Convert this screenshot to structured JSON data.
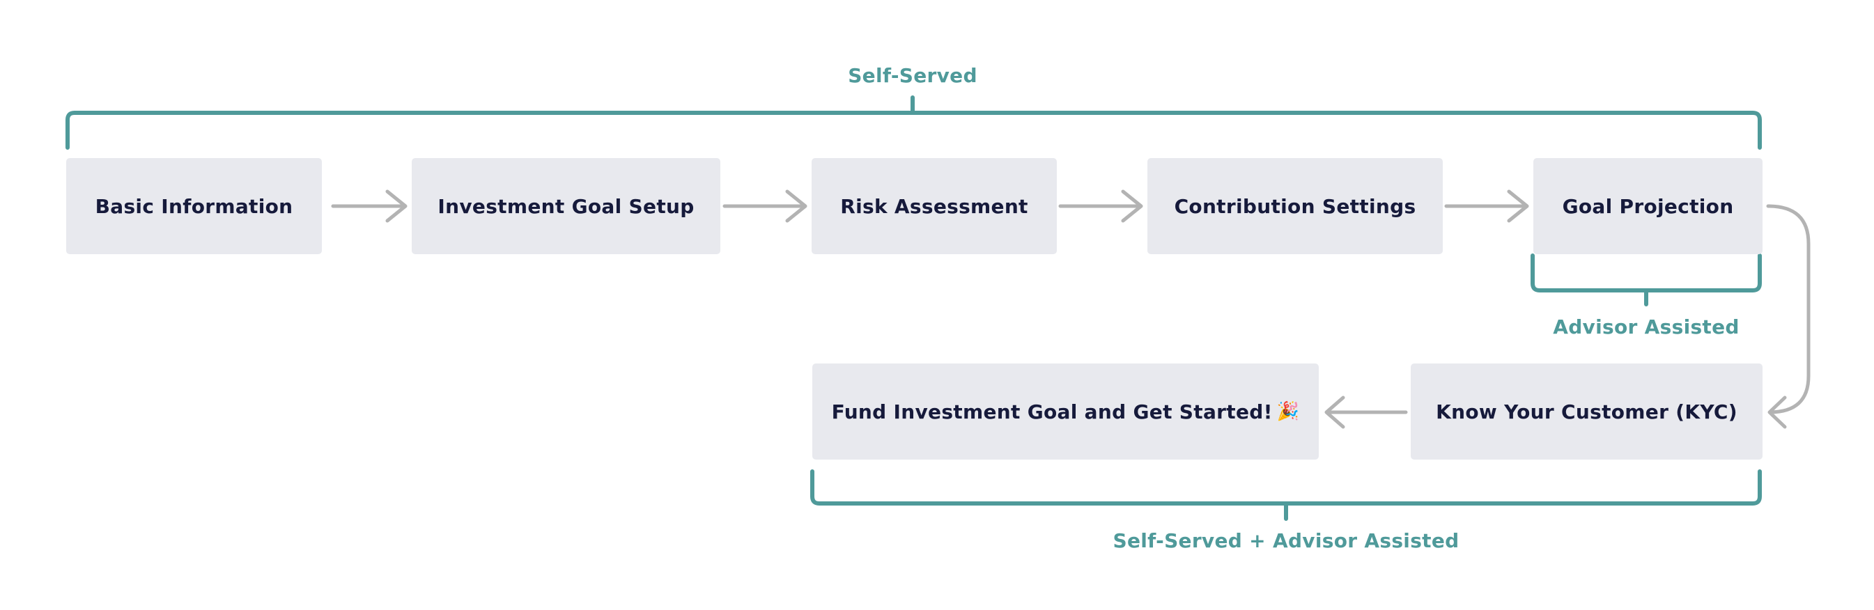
{
  "steps": {
    "basic_information": "Basic Information",
    "investment_goal_setup": "Investment Goal Setup",
    "risk_assessment": "Risk Assessment",
    "contribution_settings": "Contribution Settings",
    "goal_projection": "Goal Projection",
    "know_your_customer": "Know Your Customer (KYC)",
    "fund_and_start": "Fund Investment Goal and Get Started!"
  },
  "groups": {
    "self_served": "Self-Served",
    "advisor_assisted": "Advisor Assisted",
    "self_served_advisor_assisted": "Self-Served + Advisor Assisted"
  },
  "icons": {
    "celebration": "party-popper-icon"
  },
  "colors": {
    "bracket": "#4f9a9a",
    "arrow": "#b3b3b3",
    "box": "#e8e9ee",
    "text": "#161a3b"
  }
}
